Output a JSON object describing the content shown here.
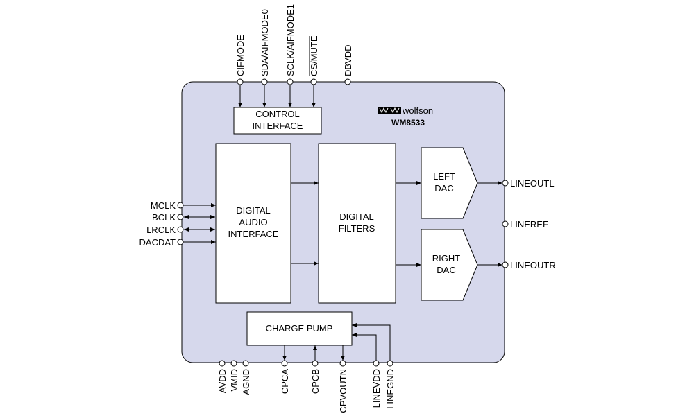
{
  "brand": {
    "logo": "wolfson",
    "part": "WM8533"
  },
  "blocks": {
    "control_interface": [
      "CONTROL",
      "INTERFACE"
    ],
    "digital_audio_interface": [
      "DIGITAL",
      "AUDIO",
      "INTERFACE"
    ],
    "digital_filters": [
      "DIGITAL",
      "FILTERS"
    ],
    "left_dac": [
      "LEFT",
      "DAC"
    ],
    "right_dac": [
      "RIGHT",
      "DAC"
    ],
    "charge_pump": "CHARGE PUMP"
  },
  "pins": {
    "top": [
      "CIFMODE",
      "SDA/AIFMODE0",
      "SCLK/AIFMODE1",
      "CS/MUTE",
      "DBVDD"
    ],
    "left": [
      "MCLK",
      "BCLK",
      "LRCLK",
      "DACDAT"
    ],
    "right": [
      "LINEOUTL",
      "LINEREF",
      "LINEOUTR"
    ],
    "bottom": [
      "AVDD",
      "VMID",
      "AGND",
      "CPCA",
      "CPCB",
      "CPVOUTN",
      "LINEVDD",
      "LINEGND"
    ]
  },
  "colors": {
    "chip_fill": "#d6d8ec",
    "stroke": "#000000"
  }
}
